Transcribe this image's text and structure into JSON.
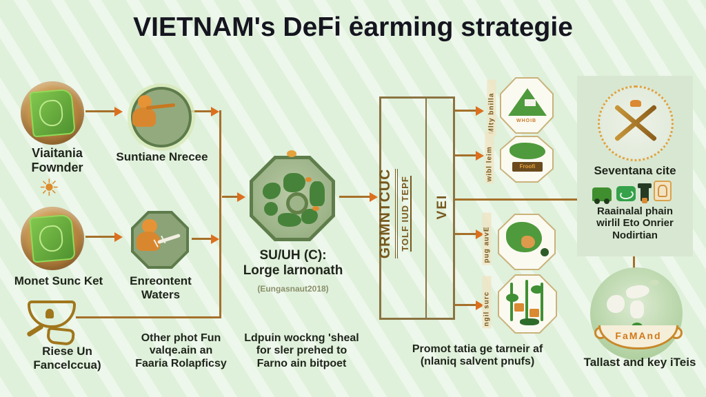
{
  "title": "VIETNAM's DeFi ėarming strategie",
  "colors": {
    "background": "#dff0db",
    "connector_line": "#a5702a",
    "arrowhead": "#dc6f1e",
    "olive_text": "#76571d",
    "label_text": "#1f241b",
    "ribbon_orange": "#d07818",
    "coin_gold": "#b07c3a",
    "leaf_green": "#4f9230"
  },
  "icons": {
    "founder": "coin-document-icon",
    "sunshine": "person-pencil-medallion-icon",
    "money_market": "coin-document-icon",
    "money_market_badge": "sun-icon",
    "rise": "bowl-icon",
    "hub": "plant-octagon-icon",
    "panel": "crossed-tools-dotted-circle-icon",
    "final": "map-circle-icon"
  },
  "nodes": {
    "founder": {
      "label": "Viaitania\nFownder"
    },
    "sunshine": {
      "label": "Suntiane Nrecee"
    },
    "money_market": {
      "label": "Monet Sunc Ket"
    },
    "environment": {
      "label": "Enreontent\nWaters"
    },
    "rise": {
      "label": "Riese Un\nFancelccua)"
    },
    "hub": {
      "label": "SU/UH (C):\nLorge larnonath",
      "sub": "(Eungasnaut2018)"
    },
    "gate": {
      "col1_line1": "GRMNTCUC",
      "col1_line2": "TOLF IUD TEPF",
      "col2": "VEI"
    }
  },
  "notes": {
    "other": "Other phot Fun\nvalqe.ain an\nFaaria Rolapficsy",
    "liquidity": "Ldpuin wockng 'sheal\nfor sler prehed to\nFarno ain bitpoet",
    "promo": "Promot tatia ge tarneir af\n(nlaniq salvent pnufs)"
  },
  "badges": {
    "items": [
      {
        "side_label": "Mlty bnilla",
        "caption": "WHOIB"
      },
      {
        "side_label": "wibl leim",
        "sign": "Froofi"
      },
      {
        "side_label": "pug auvE",
        "caption": ""
      },
      {
        "side_label": "ngil surc",
        "caption": ""
      }
    ]
  },
  "panel": {
    "title": "Seventana cite",
    "body": "Raainalal phain\nwirlil Eto Onrier\nNodirtian",
    "icon_names": [
      "tractor-icon",
      "seed-bag-icon",
      "hammer-icon",
      "farmer-figure-icon"
    ]
  },
  "final_node": {
    "ribbon": "FaMAnd",
    "caption": "Tallast and key iTeis"
  }
}
